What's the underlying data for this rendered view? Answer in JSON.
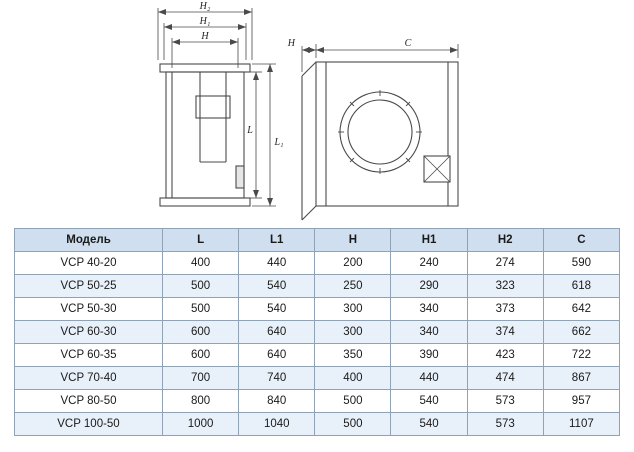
{
  "diagram": {
    "left_view": {
      "dim_labels": {
        "h2": "H₂",
        "h1": "H₁",
        "h": "H",
        "l": "L",
        "l1": "L₁"
      }
    },
    "right_view": {
      "dim_labels": {
        "h": "H",
        "c": "C"
      }
    }
  },
  "table": {
    "columns": [
      "Модель",
      "L",
      "L1",
      "H",
      "H1",
      "H2",
      "C"
    ],
    "rows": [
      {
        "model": "VCP 40-20",
        "values": [
          "400",
          "440",
          "200",
          "240",
          "274",
          "590"
        ]
      },
      {
        "model": "VCP 50-25",
        "values": [
          "500",
          "540",
          "250",
          "290",
          "323",
          "618"
        ]
      },
      {
        "model": "VCP 50-30",
        "values": [
          "500",
          "540",
          "300",
          "340",
          "373",
          "642"
        ]
      },
      {
        "model": "VCP 60-30",
        "values": [
          "600",
          "640",
          "300",
          "340",
          "374",
          "662"
        ]
      },
      {
        "model": "VCP 60-35",
        "values": [
          "600",
          "640",
          "350",
          "390",
          "423",
          "722"
        ]
      },
      {
        "model": "VCP 70-40",
        "values": [
          "700",
          "740",
          "400",
          "440",
          "474",
          "867"
        ]
      },
      {
        "model": "VCP 80-50",
        "values": [
          "800",
          "840",
          "500",
          "540",
          "573",
          "957"
        ]
      },
      {
        "model": "VCP 100-50",
        "values": [
          "1000",
          "1040",
          "500",
          "540",
          "573",
          "1107"
        ]
      }
    ]
  },
  "colors": {
    "header_bg": "#cfdfef",
    "stripe_bg": "#e8f1f9",
    "border": "#8fa2b6",
    "line": "#4a4a4a"
  }
}
